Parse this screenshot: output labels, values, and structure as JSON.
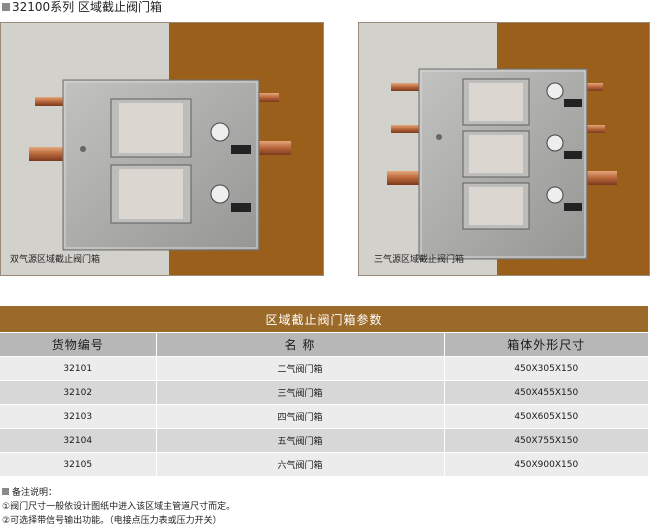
{
  "series_title": "32100系列  区域截止阀门箱",
  "photos": [
    {
      "caption": "双气源区域截止阀门箱"
    },
    {
      "caption": "三气源区域截止阀门箱"
    }
  ],
  "colors": {
    "wall_left": "#cfcdc9",
    "wall_right": "#9b5f1c",
    "box": "#a8a8a6",
    "header": "#9c6a28",
    "col_header": "#b7b7b7"
  },
  "table": {
    "title": "区域截止阀门箱参数",
    "columns": [
      "货物编号",
      "名  称",
      "箱体外形尺寸"
    ],
    "rows": [
      [
        "32101",
        "二气阀门箱",
        "450X305X150"
      ],
      [
        "32102",
        "三气阀门箱",
        "450X455X150"
      ],
      [
        "32103",
        "四气阀门箱",
        "450X605X150"
      ],
      [
        "32104",
        "五气阀门箱",
        "450X755X150"
      ],
      [
        "32105",
        "六气阀门箱",
        "450X900X150"
      ]
    ]
  },
  "notes": {
    "title": "备注说明：",
    "items": [
      "①阀门尺寸一般依设计图纸中进入该区域主管道尺寸而定。",
      "②可选择带信号输出功能。（电接点压力表或压力开关）"
    ]
  }
}
